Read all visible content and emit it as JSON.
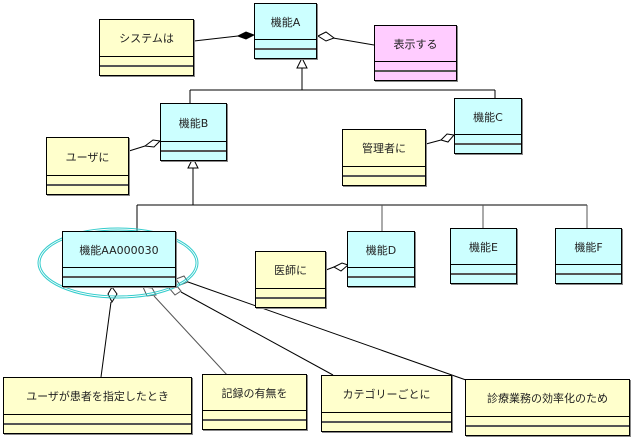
{
  "diagram": {
    "type": "uml-class-diagram",
    "highlight_color": "#33cccc",
    "colors": {
      "function_class": "#ccffff",
      "context_class": "#ffffcc",
      "action_class": "#ffccff"
    },
    "classes": {
      "kinoA": "機能A",
      "kinoB": "機能B",
      "kinoC": "機能C",
      "kinoAA": "機能AA000030",
      "kinoD": "機能D",
      "kinoE": "機能E",
      "kinoF": "機能F",
      "system": "システムは",
      "hyoji": "表示する",
      "user": "ユーザに",
      "kanri": "管理者に",
      "ishi": "医師に",
      "userKanja": "ユーザが患者を指定したとき",
      "kiroku": "記録の有無を",
      "category": "カテゴリーごとに",
      "shinryo": "診療業務の効率化のため"
    },
    "relations": [
      {
        "from": "システムは",
        "to": "機能A",
        "kind": "composition"
      },
      {
        "from": "表示する",
        "to": "機能A",
        "kind": "aggregation"
      },
      {
        "from": "機能B",
        "to": "機能A",
        "kind": "generalization"
      },
      {
        "from": "機能C",
        "to": "機能A",
        "kind": "generalization"
      },
      {
        "from": "ユーザに",
        "to": "機能B",
        "kind": "aggregation"
      },
      {
        "from": "管理者に",
        "to": "機能C",
        "kind": "aggregation"
      },
      {
        "from": "機能AA000030",
        "to": "機能B",
        "kind": "generalization"
      },
      {
        "from": "機能D",
        "to": "機能B",
        "kind": "generalization"
      },
      {
        "from": "機能E",
        "to": "機能B",
        "kind": "generalization"
      },
      {
        "from": "機能F",
        "to": "機能B",
        "kind": "generalization"
      },
      {
        "from": "医師に",
        "to": "機能D",
        "kind": "aggregation"
      },
      {
        "from": "ユーザが患者を指定したとき",
        "to": "機能AA000030",
        "kind": "aggregation"
      },
      {
        "from": "記録の有無を",
        "to": "機能AA000030",
        "kind": "aggregation"
      },
      {
        "from": "カテゴリーごとに",
        "to": "機能AA000030",
        "kind": "aggregation"
      },
      {
        "from": "診療業務の効率化のため",
        "to": "機能AA000030",
        "kind": "aggregation"
      }
    ]
  }
}
